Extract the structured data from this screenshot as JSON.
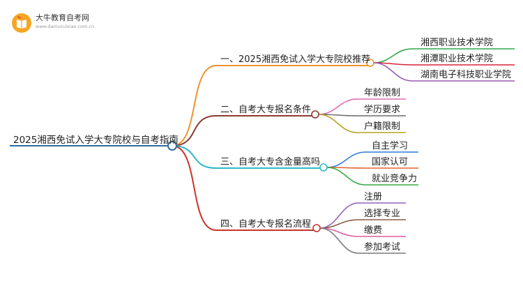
{
  "logo": {
    "title": "大牛教育自考网",
    "url": "www.daniuzuixiao.com.cn",
    "icon": "book-icon"
  },
  "root": {
    "label": "2025湘西免试入学大专院校与自考指南",
    "color": "#2e6da4"
  },
  "branches": [
    {
      "label": "一、2025湘西免试入学大专院校推荐",
      "color": "#f0922c",
      "children": [
        {
          "label": "湘西职业技术学院",
          "color": "#2ea84a"
        },
        {
          "label": "湘潭职业技术学院",
          "color": "#d9233c"
        },
        {
          "label": "湖南电子科技职业学院",
          "color": "#9a5bb5"
        }
      ]
    },
    {
      "label": "二、自考大专报名条件",
      "color": "#8b3a2f",
      "children": [
        {
          "label": "年龄限制",
          "color": "#e16ab5"
        },
        {
          "label": "学历要求",
          "color": "#6b6b6b"
        },
        {
          "label": "户籍限制",
          "color": "#b3a21f"
        }
      ]
    },
    {
      "label": "三、自考大专含金量高吗",
      "color": "#2cbac7",
      "children": [
        {
          "label": "自主学习",
          "color": "#2f7bd8"
        },
        {
          "label": "国家认可",
          "color": "#e0652b"
        },
        {
          "label": "就业竞争力",
          "color": "#35a844"
        }
      ]
    },
    {
      "label": "四、自考大专报名流程",
      "color": "#c8332b",
      "children": [
        {
          "label": "注册",
          "color": "#8e65b8"
        },
        {
          "label": "选择专业",
          "color": "#8a5a45"
        },
        {
          "label": "缴费",
          "color": "#de5a9e"
        },
        {
          "label": "参加考试",
          "color": "#7a7a7a"
        }
      ]
    }
  ]
}
